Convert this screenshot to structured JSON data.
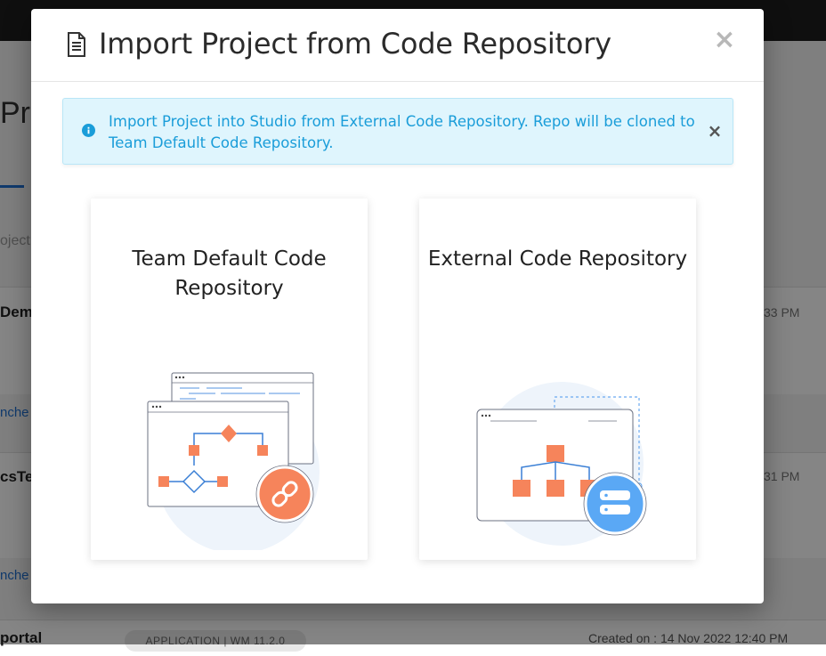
{
  "background": {
    "page_title": "Pro",
    "search_placeholder": "oject",
    "rows": [
      {
        "name": "Demo",
        "time": "33 PM",
        "branch": "nche"
      },
      {
        "name": "csTe",
        "time": "31 PM",
        "branch": "nche"
      },
      {
        "name": "portal",
        "badge": "APPLICATION | WM 11.2.0",
        "created": "Created on : 14 Nov 2022 12:40 PM"
      }
    ]
  },
  "modal": {
    "title": "Import Project from Code Repository",
    "title_icon": "document-icon",
    "close_label": "×",
    "alert": {
      "icon": "info-icon",
      "text": "Import Project into Studio from External Code Repository. Repo will be cloned to Team Default Code Repository.",
      "close_label": "×"
    },
    "options": [
      {
        "title": "Team Default Code Repository",
        "illustration": "workflow-link-icon"
      },
      {
        "title": "External Code Repository",
        "illustration": "hierarchy-server-icon"
      }
    ]
  },
  "colors": {
    "accent_orange": "#f6845b",
    "accent_blue": "#5aa8f5",
    "alert_bg": "#dff5fd",
    "alert_text": "#1a9dd9"
  }
}
